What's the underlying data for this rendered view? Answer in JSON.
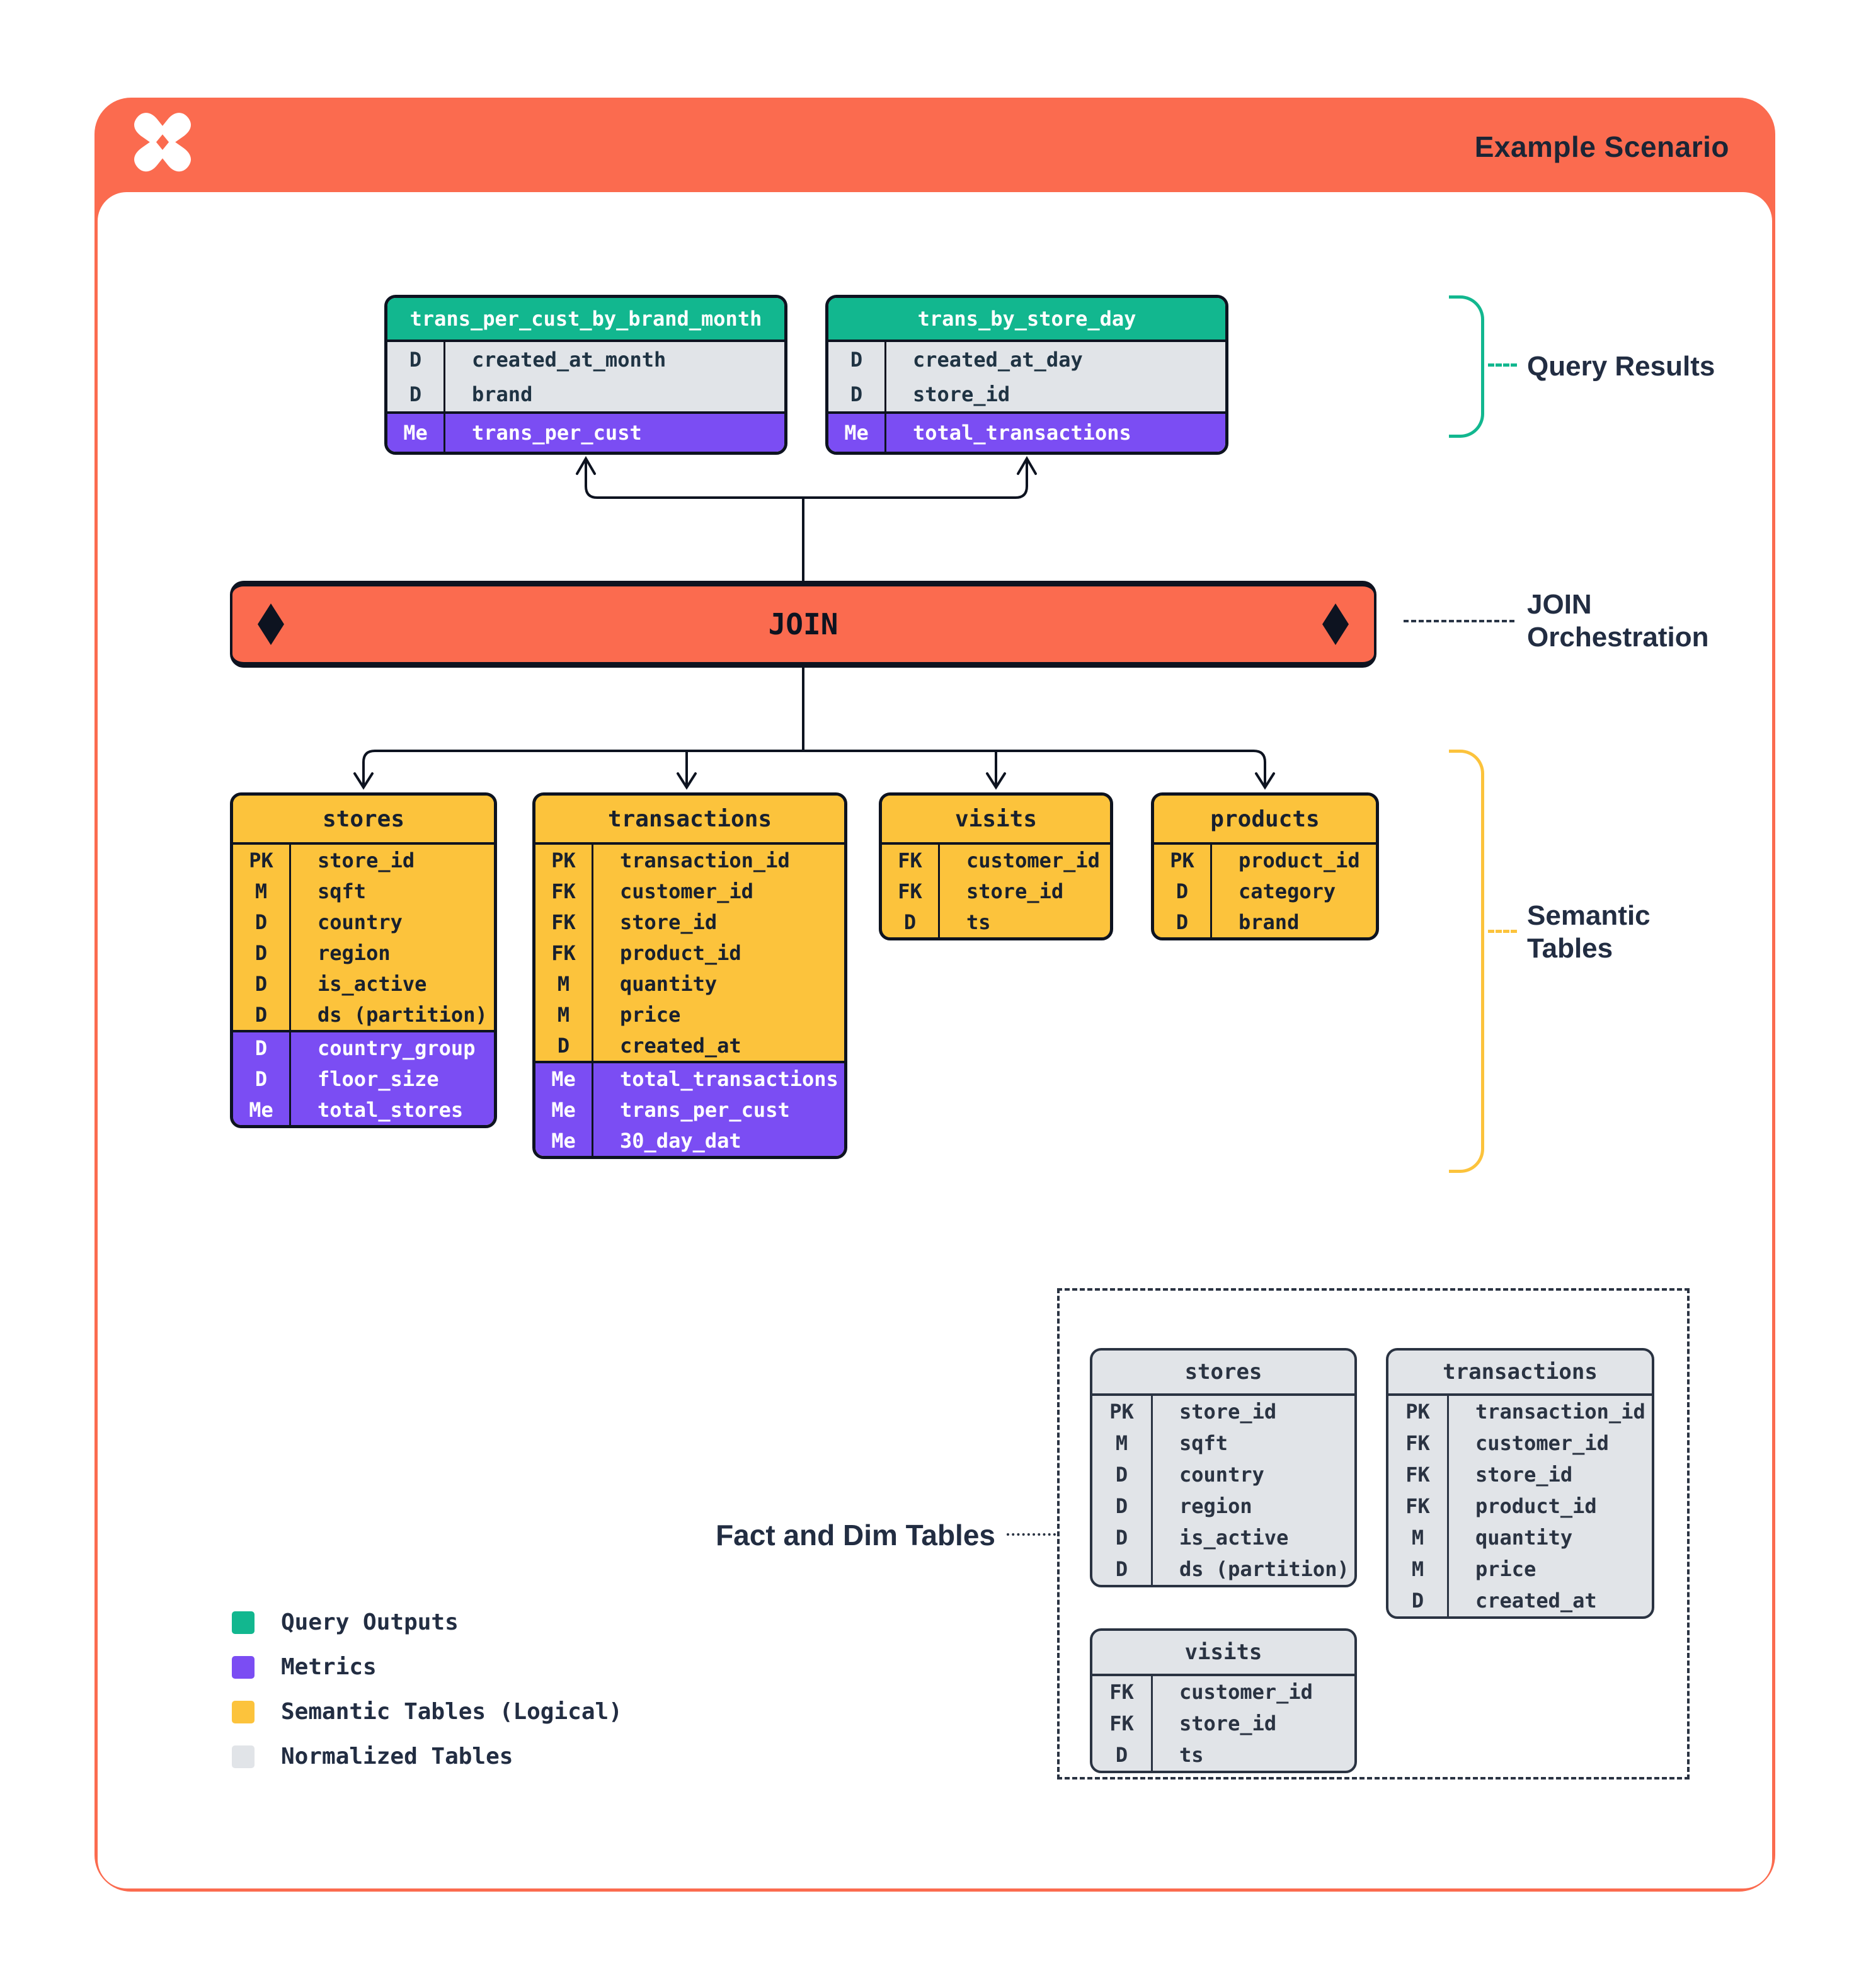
{
  "header": {
    "title": "Example Scenario"
  },
  "join": {
    "label": "JOIN"
  },
  "labels": {
    "query_results": "Query Results",
    "join_orchestration_line1": "JOIN",
    "join_orchestration_line2": "Orchestration",
    "semantic_tables_line1": "Semantic",
    "semantic_tables_line2": "Tables",
    "fact_and_dim": "Fact and Dim Tables"
  },
  "query_tables": [
    {
      "title": "trans_per_cust_by_brand_month",
      "dims": [
        {
          "k": "D",
          "n": "created_at_month"
        },
        {
          "k": "D",
          "n": "brand"
        }
      ],
      "metrics": [
        {
          "k": "Me",
          "n": "trans_per_cust"
        }
      ]
    },
    {
      "title": "trans_by_store_day",
      "dims": [
        {
          "k": "D",
          "n": "created_at_day"
        },
        {
          "k": "D",
          "n": "store_id"
        }
      ],
      "metrics": [
        {
          "k": "Me",
          "n": "total_transactions"
        }
      ]
    }
  ],
  "semantic_tables": [
    {
      "title": "stores",
      "cols": [
        {
          "k": "PK",
          "n": "store_id"
        },
        {
          "k": "M",
          "n": "sqft"
        },
        {
          "k": "D",
          "n": "country"
        },
        {
          "k": "D",
          "n": "region"
        },
        {
          "k": "D",
          "n": "is_active"
        },
        {
          "k": "D",
          "n": "ds (partition)"
        }
      ],
      "metrics": [
        {
          "k": "D",
          "n": "country_group"
        },
        {
          "k": "D",
          "n": "floor_size"
        },
        {
          "k": "Me",
          "n": "total_stores"
        }
      ]
    },
    {
      "title": "transactions",
      "cols": [
        {
          "k": "PK",
          "n": "transaction_id"
        },
        {
          "k": "FK",
          "n": "customer_id"
        },
        {
          "k": "FK",
          "n": "store_id"
        },
        {
          "k": "FK",
          "n": "product_id"
        },
        {
          "k": "M",
          "n": "quantity"
        },
        {
          "k": "M",
          "n": "price"
        },
        {
          "k": "D",
          "n": "created_at"
        }
      ],
      "metrics": [
        {
          "k": "Me",
          "n": "total_transactions"
        },
        {
          "k": "Me",
          "n": "trans_per_cust"
        },
        {
          "k": "Me",
          "n": "30_day_dat"
        }
      ]
    },
    {
      "title": "visits",
      "cols": [
        {
          "k": "FK",
          "n": "customer_id"
        },
        {
          "k": "FK",
          "n": "store_id"
        },
        {
          "k": "D",
          "n": "ts"
        }
      ],
      "metrics": []
    },
    {
      "title": "products",
      "cols": [
        {
          "k": "PK",
          "n": "product_id"
        },
        {
          "k": "D",
          "n": "category"
        },
        {
          "k": "D",
          "n": "brand"
        }
      ],
      "metrics": []
    }
  ],
  "normalized_tables": [
    {
      "title": "stores",
      "cols": [
        {
          "k": "PK",
          "n": "store_id"
        },
        {
          "k": "M",
          "n": "sqft"
        },
        {
          "k": "D",
          "n": "country"
        },
        {
          "k": "D",
          "n": "region"
        },
        {
          "k": "D",
          "n": "is_active"
        },
        {
          "k": "D",
          "n": "ds (partition)"
        }
      ]
    },
    {
      "title": "transactions",
      "cols": [
        {
          "k": "PK",
          "n": "transaction_id"
        },
        {
          "k": "FK",
          "n": "customer_id"
        },
        {
          "k": "FK",
          "n": "store_id"
        },
        {
          "k": "FK",
          "n": "product_id"
        },
        {
          "k": "M",
          "n": "quantity"
        },
        {
          "k": "M",
          "n": "price"
        },
        {
          "k": "D",
          "n": "created_at"
        }
      ]
    },
    {
      "title": "visits",
      "cols": [
        {
          "k": "FK",
          "n": "customer_id"
        },
        {
          "k": "FK",
          "n": "store_id"
        },
        {
          "k": "D",
          "n": "ts"
        }
      ]
    }
  ],
  "legend": {
    "items": [
      {
        "label": "Query Outputs",
        "color": "#12B78F"
      },
      {
        "label": "Metrics",
        "color": "#7B4DF3"
      },
      {
        "label": "Semantic Tables (Logical)",
        "color": "#FCC33C"
      },
      {
        "label": "Normalized Tables",
        "color": "#E1E4E8"
      }
    ]
  },
  "colors": {
    "orange": "#FB6B4F",
    "green": "#12B78F",
    "purple": "#7B4DF3",
    "yellow": "#FCC33C",
    "table_gray": "#E1E4E8",
    "line_ink": "#0D1320",
    "label_navy": "#222D42"
  }
}
